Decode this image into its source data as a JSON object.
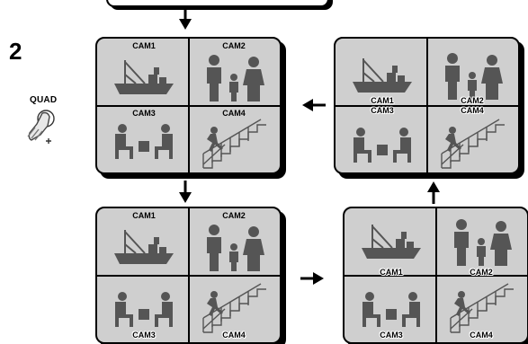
{
  "step_number": "2",
  "button_label": "QUAD",
  "icons": {
    "ship": "ship-icon",
    "people": "people-icon",
    "office": "office-icon",
    "stairs": "stairs-icon",
    "hand": "hand-press-icon"
  },
  "monitors": [
    {
      "id": "a",
      "cams": [
        "CAM1",
        "CAM2",
        "CAM3",
        "CAM4"
      ]
    },
    {
      "id": "b",
      "cams": [
        "CAM1",
        "CAM2",
        "CAM3",
        "CAM4"
      ]
    },
    {
      "id": "c",
      "cams": [
        "CAM1",
        "CAM2",
        "CAM3",
        "CAM4"
      ]
    },
    {
      "id": "d",
      "cams": [
        "CAM1",
        "CAM2",
        "CAM3",
        "CAM4"
      ]
    }
  ],
  "colors": {
    "screen": "#cfcfcf",
    "icon": "#555555",
    "outline": "#000000"
  }
}
